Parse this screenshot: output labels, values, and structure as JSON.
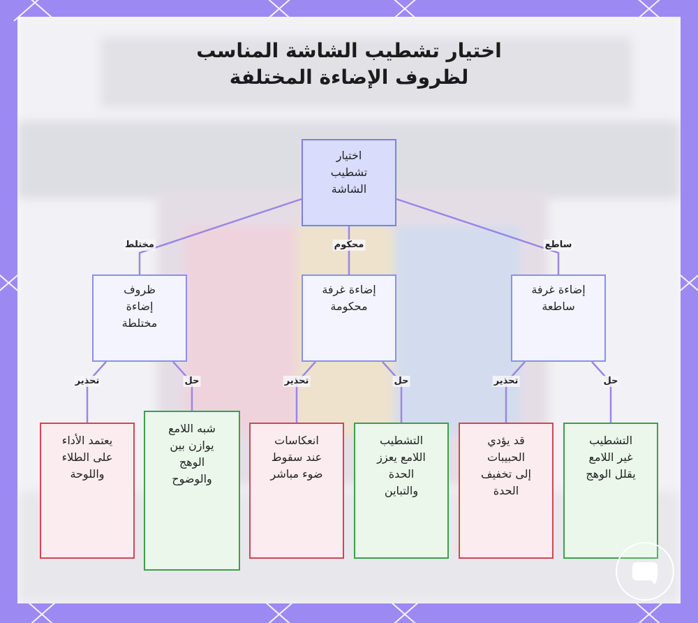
{
  "title": {
    "line1": "اختيار تشطيب الشاشة المناسب",
    "line2": "لظروف الإضاءة المختلفة"
  },
  "nodes": {
    "root": "اختيار\nتشطيب\nالشاشة",
    "mixed": "ظروف\nإضاءة\nمختلطة",
    "controlled": "إضاءة غرفة\nمحكومة",
    "bright": "إضاءة غرفة\nساطعة",
    "mixed_warning": "يعتمد الأداء\nعلى الطلاء\nواللوحة",
    "mixed_solution": "شبه اللامع\nيوازن بين\nالوهج\nوالوضوح",
    "controlled_warning": "انعكاسات\nعند سقوط\nضوء مباشر",
    "controlled_solution": "التشطيب\nاللامع يعزز\nالحدة\nوالتباين",
    "bright_warning": "قد يؤدي\nالحبيبات\nإلى تخفيف\nالحدة",
    "bright_solution": "التشطيب\nغير اللامع\nيقلل الوهج"
  },
  "edge_labels": {
    "mixed": "مختلط",
    "controlled": "محكوم",
    "bright": "ساطع",
    "warning": "تحذير",
    "solution": "حل"
  },
  "colors": {
    "frame": "#9c8af2",
    "edge": "#9a86e6",
    "root_fill": "#d9dcfb",
    "root_border": "#7b82e0",
    "warning_border": "#d44455",
    "solution_border": "#3aa14a"
  },
  "icons": {
    "chat": "chat-bubble-icon"
  }
}
